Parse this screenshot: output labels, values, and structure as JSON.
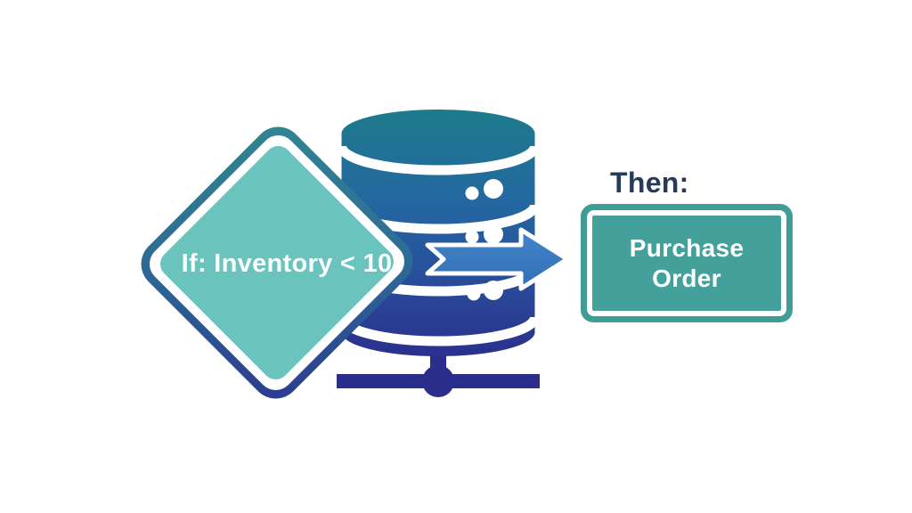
{
  "flow": {
    "condition_label": "If: Inventory < 10",
    "then_label": "Then:",
    "action_label": "Purchase Order"
  },
  "icons": {
    "database": "database-icon",
    "arrow": "flow-arrow-icon"
  },
  "palette": {
    "background": "#FFFFFF",
    "diamond_fill": "#6AC3BC",
    "diamond_border_top": "#2F8691",
    "diamond_border_bottom": "#2B3990",
    "database_gradient_top": "#1D7B8B",
    "database_gradient_bottom": "#2B308C",
    "database_stand": "#2A2E8A",
    "arrow_fill": "#3A7CC2",
    "arrow_outline": "#FFFFFF",
    "then_text": "#243B5B",
    "action_box_fill": "#3F9C97",
    "action_box_border": "#FFFFFF",
    "node_text": "#FFFFFF"
  }
}
